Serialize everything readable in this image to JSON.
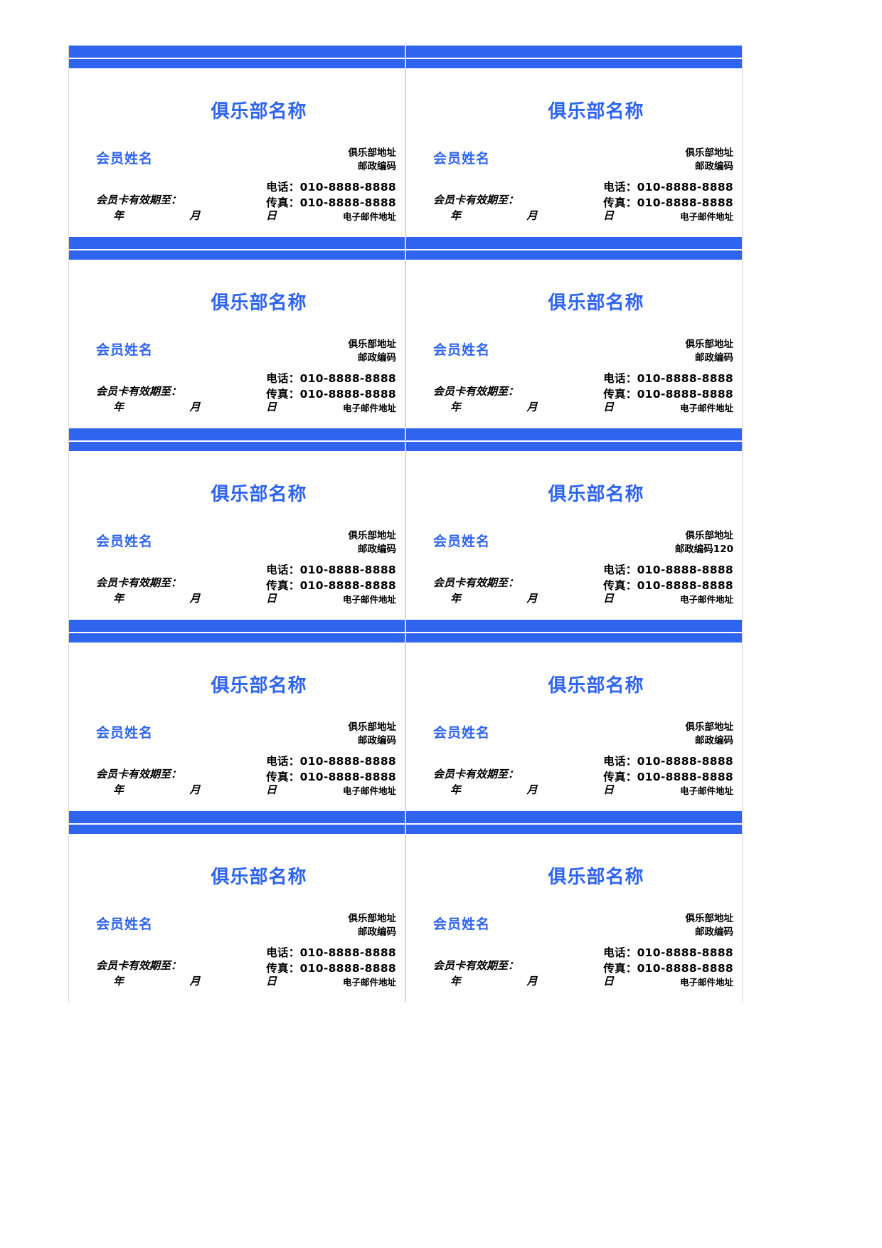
{
  "document": {
    "type": "membership-card-template-sheet",
    "page_background": "#ffffff",
    "accent_color": "#2f64ef",
    "text_color": "#000000",
    "rows": 5,
    "columns": 2,
    "card_count": 10
  },
  "labels": {
    "club_title": "俱乐部名称",
    "member_name": "会员姓名",
    "club_address": "俱乐部地址",
    "postal_code": "邮政编码",
    "postal_code_variant": "邮政编码120",
    "telephone": "电话：010-8888-8888",
    "fax": "传真：010-8888-8888",
    "email": "电子邮件地址",
    "validity": "会员卡有效期至：",
    "year": "年",
    "month": "月",
    "day": "日"
  },
  "cards": [
    {
      "id": 1,
      "row": 1,
      "col": 1,
      "club_title": "俱乐部名称",
      "member_name": "会员姓名",
      "club_address": "俱乐部地址",
      "postal_code": "邮政编码",
      "telephone": "电话：010-8888-8888",
      "fax": "传真：010-8888-8888",
      "email": "电子邮件地址",
      "validity": "会员卡有效期至：",
      "year": "年",
      "month": "月",
      "day": "日"
    },
    {
      "id": 2,
      "row": 1,
      "col": 2,
      "club_title": "俱乐部名称",
      "member_name": "会员姓名",
      "club_address": "俱乐部地址",
      "postal_code": "邮政编码",
      "telephone": "电话：010-8888-8888",
      "fax": "传真：010-8888-8888",
      "email": "电子邮件地址",
      "validity": "会员卡有效期至：",
      "year": "年",
      "month": "月",
      "day": "日"
    },
    {
      "id": 3,
      "row": 2,
      "col": 1,
      "club_title": "俱乐部名称",
      "member_name": "会员姓名",
      "club_address": "俱乐部地址",
      "postal_code": "邮政编码",
      "telephone": "电话：010-8888-8888",
      "fax": "传真：010-8888-8888",
      "email": "电子邮件地址",
      "validity": "会员卡有效期至：",
      "year": "年",
      "month": "月",
      "day": "日"
    },
    {
      "id": 4,
      "row": 2,
      "col": 2,
      "club_title": "俱乐部名称",
      "member_name": "会员姓名",
      "club_address": "俱乐部地址",
      "postal_code": "邮政编码",
      "telephone": "电话：010-8888-8888",
      "fax": "传真：010-8888-8888",
      "email": "电子邮件地址",
      "validity": "会员卡有效期至：",
      "year": "年",
      "month": "月",
      "day": "日"
    },
    {
      "id": 5,
      "row": 3,
      "col": 1,
      "club_title": "俱乐部名称",
      "member_name": "会员姓名",
      "club_address": "俱乐部地址",
      "postal_code": "邮政编码",
      "telephone": "电话：010-8888-8888",
      "fax": "传真：010-8888-8888",
      "email": "电子邮件地址",
      "validity": "会员卡有效期至：",
      "year": "年",
      "month": "月",
      "day": "日"
    },
    {
      "id": 6,
      "row": 3,
      "col": 2,
      "club_title": "俱乐部名称",
      "member_name": "会员姓名",
      "club_address": "俱乐部地址",
      "postal_code": "邮政编码120",
      "telephone": "电话：010-8888-8888",
      "fax": "传真：010-8888-8888",
      "email": "电子邮件地址",
      "validity": "会员卡有效期至：",
      "year": "年",
      "month": "月",
      "day": "日"
    },
    {
      "id": 7,
      "row": 4,
      "col": 1,
      "club_title": "俱乐部名称",
      "member_name": "会员姓名",
      "club_address": "俱乐部地址",
      "postal_code": "邮政编码",
      "telephone": "电话：010-8888-8888",
      "fax": "传真：010-8888-8888",
      "email": "电子邮件地址",
      "validity": "会员卡有效期至：",
      "year": "年",
      "month": "月",
      "day": "日"
    },
    {
      "id": 8,
      "row": 4,
      "col": 2,
      "club_title": "俱乐部名称",
      "member_name": "会员姓名",
      "club_address": "俱乐部地址",
      "postal_code": "邮政编码",
      "telephone": "电话：010-8888-8888",
      "fax": "传真：010-8888-8888",
      "email": "电子邮件地址",
      "validity": "会员卡有效期至：",
      "year": "年",
      "month": "月",
      "day": "日"
    },
    {
      "id": 9,
      "row": 5,
      "col": 1,
      "club_title": "俱乐部名称",
      "member_name": "会员姓名",
      "club_address": "俱乐部地址",
      "postal_code": "邮政编码",
      "telephone": "电话：010-8888-8888",
      "fax": "传真：010-8888-8888",
      "email": "电子邮件地址",
      "validity": "会员卡有效期至：",
      "year": "年",
      "month": "月",
      "日": "日",
      "day": "日"
    },
    {
      "id": 10,
      "row": 5,
      "col": 2,
      "club_title": "俱乐部名称",
      "member_name": "会员姓名",
      "club_address": "俱乐部地址",
      "postal_code": "邮政编码",
      "telephone": "电话：010-8888-8888",
      "fax": "传真：010-8888-8888",
      "email": "电子邮件地址",
      "validity": "会员卡有效期至：",
      "year": "年",
      "month": "月",
      "day": "日"
    }
  ]
}
